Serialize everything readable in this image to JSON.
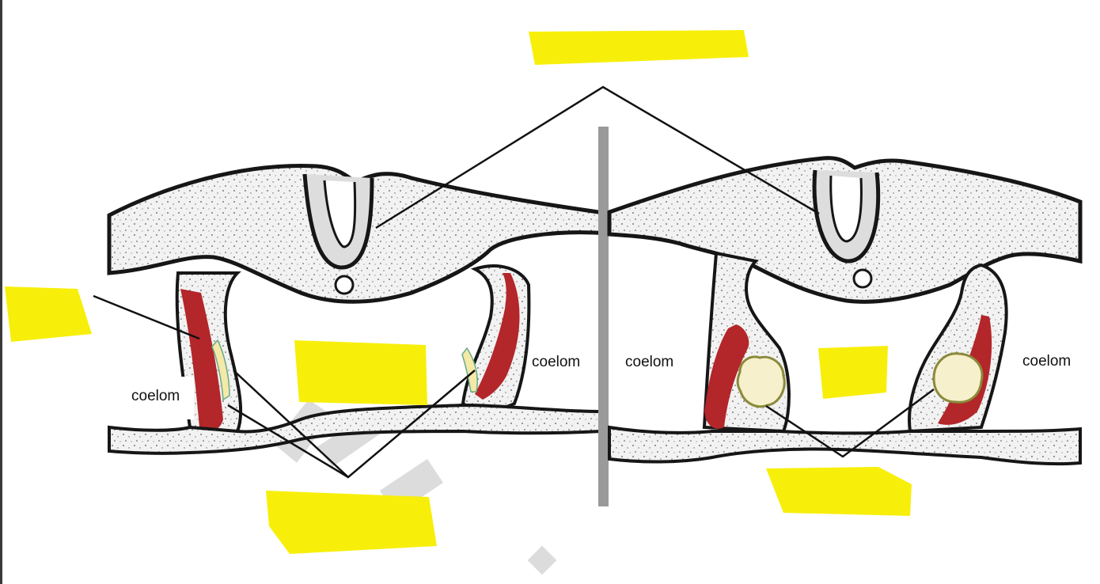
{
  "diagram": {
    "labels": {
      "coelom_1": "coelom",
      "coelom_2": "coelom",
      "coelom_3": "coelom",
      "coelom_4": "coelom"
    },
    "colors": {
      "highlight": "#f7ef0a",
      "mesoderm_red": "#b3262a",
      "divider": "#9a9a9a",
      "tissue": "#e9e9e9",
      "outline": "#161616"
    }
  }
}
